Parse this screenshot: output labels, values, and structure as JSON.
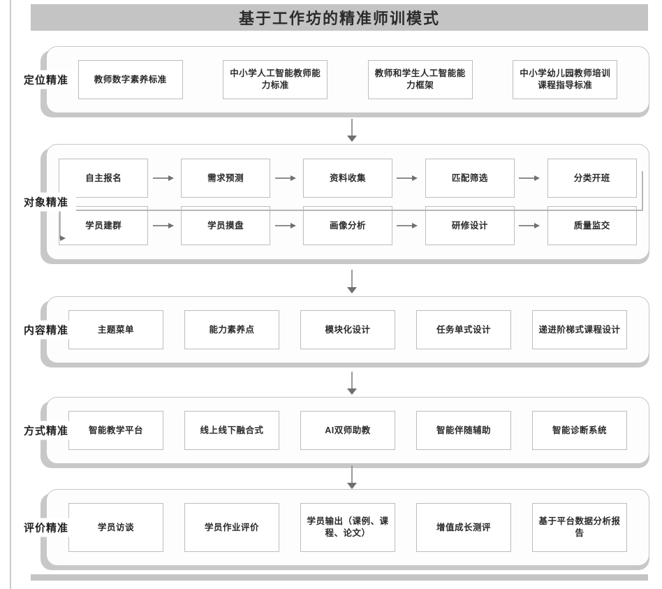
{
  "title": "基于工作坊的精准师训模式",
  "rows": [
    {
      "label": "定位精准",
      "lines": [
        {
          "connector": "none",
          "boxes": [
            "教师数字素养标准",
            "中小学人工智能教师能力标准",
            "教师和学生人工智能能力框架",
            "中小学幼儿园教师培训课程指导标准"
          ]
        }
      ]
    },
    {
      "label": "对象精准",
      "lines": [
        {
          "connector": "arrow",
          "boxes": [
            "自主报名",
            "需求预测",
            "资料收集",
            "匹配筛选",
            "分类开班"
          ]
        },
        {
          "connector": "arrow",
          "boxes": [
            "学员建群",
            "学员摸盘",
            "画像分析",
            "研修设计",
            "质量监交"
          ]
        }
      ]
    },
    {
      "label": "内容精准",
      "lines": [
        {
          "connector": "none",
          "boxes": [
            "主题菜单",
            "能力素养点",
            "模块化设计",
            "任务单式设计",
            "递进阶梯式课程设计"
          ]
        }
      ]
    },
    {
      "label": "方式精准",
      "lines": [
        {
          "connector": "none",
          "boxes": [
            "智能教学平台",
            "线上线下融合式",
            "AI双师助教",
            "智能伴随辅助",
            "智能诊断系统"
          ]
        }
      ]
    },
    {
      "label": "评价精准",
      "lines": [
        {
          "connector": "none",
          "boxes": [
            "学员访谈",
            "学员作业评价",
            "学员输出（课例、课程、论文）",
            "增值成长测评",
            "基于平台数据分析报告"
          ]
        }
      ]
    }
  ],
  "colors": {
    "title_bar": "#c4c4c4",
    "row_shadow": "#c8c8c8",
    "row_border": "#c6c6c6",
    "box_border": "#bdbdbd",
    "arrow": "#6f6f6f",
    "text": "#2a2a2a"
  }
}
